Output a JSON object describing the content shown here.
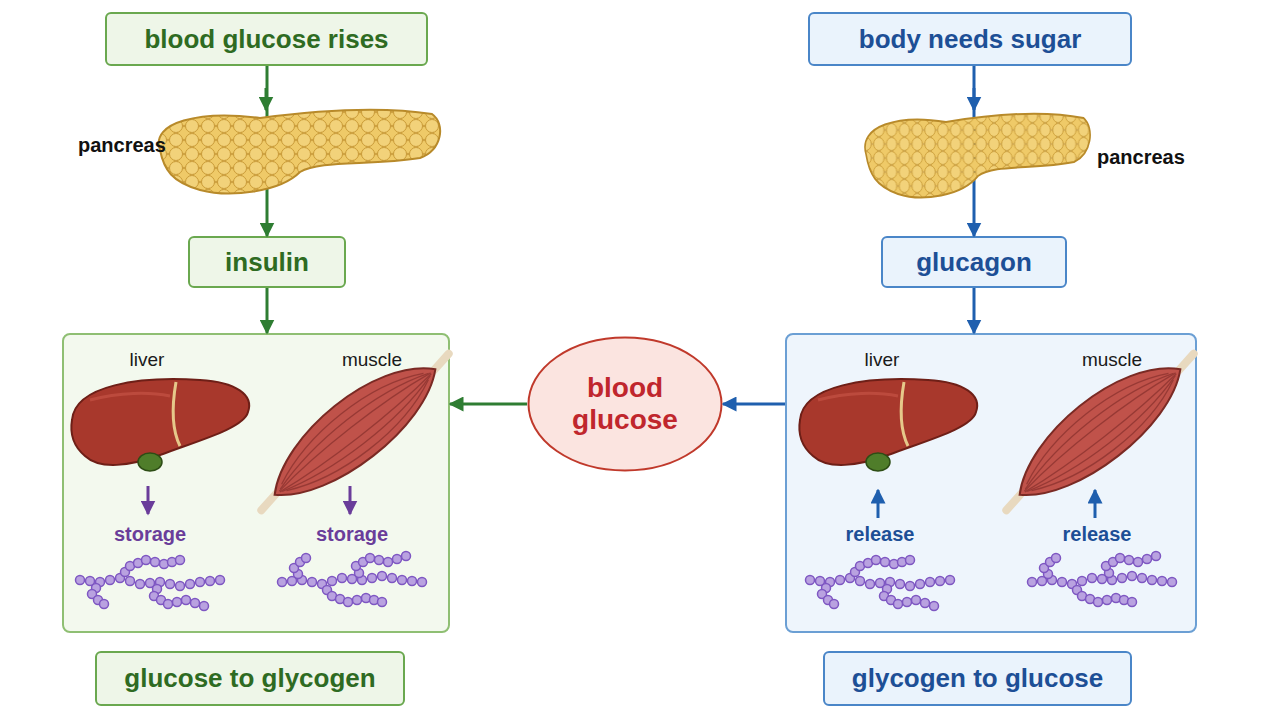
{
  "diagram": {
    "nodes": [
      {
        "text": [
          "blood glucose rises"
        ]
      },
      {
        "text": [
          "body needs sugar"
        ]
      },
      {
        "text": [
          "insulin"
        ]
      },
      {
        "text": [
          "glucagon"
        ]
      },
      {
        "text": [
          "liver",
          "muscle",
          "storage",
          "storage"
        ]
      },
      {
        "text": [
          "blood glucose"
        ]
      },
      {
        "text": [
          "liver",
          "muscle",
          "release",
          "release"
        ]
      },
      {
        "text": [
          "glucose to glycogen"
        ]
      },
      {
        "text": [
          "glycogen to glucose"
        ]
      }
    ],
    "edges": [
      {
        "from": 0,
        "to": 2,
        "arrow": "to"
      },
      {
        "from": 1,
        "to": 3,
        "arrow": "to"
      },
      {
        "from": 2,
        "to": 4,
        "arrow": "to"
      },
      {
        "from": 3,
        "to": 6,
        "arrow": "to"
      },
      {
        "from": 5,
        "to": 4,
        "arrow": "to"
      },
      {
        "from": 6,
        "to": 5,
        "arrow": "to"
      }
    ],
    "labels": [
      "pancreas",
      "pancreas"
    ]
  }
}
